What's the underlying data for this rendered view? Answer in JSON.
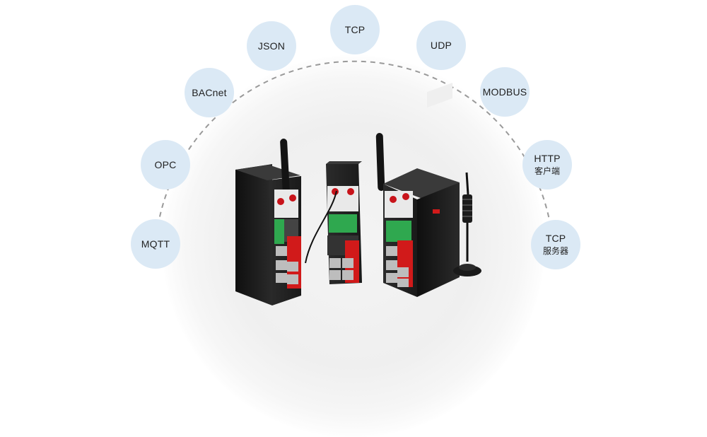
{
  "protocols": [
    {
      "id": "mqtt",
      "line1": "MQTT",
      "line2": ""
    },
    {
      "id": "opc",
      "line1": "OPC",
      "line2": ""
    },
    {
      "id": "bacnet",
      "line1": "BACnet",
      "line2": ""
    },
    {
      "id": "json",
      "line1": "JSON",
      "line2": ""
    },
    {
      "id": "tcp",
      "line1": "TCP",
      "line2": ""
    },
    {
      "id": "udp",
      "line1": "UDP",
      "line2": ""
    },
    {
      "id": "modbus",
      "line1": "MODBUS",
      "line2": ""
    },
    {
      "id": "http-client",
      "line1": "HTTP",
      "line2": "客户端"
    },
    {
      "id": "tcp-server",
      "line1": "TCP",
      "line2": "服务器"
    }
  ],
  "colors": {
    "badge_fill": "#dbe9f5",
    "device_body": "#1c1c1c",
    "device_accent": "#d11a1a",
    "terminal_green": "#2fa84f",
    "arc_dash": "#9a9a9a"
  }
}
